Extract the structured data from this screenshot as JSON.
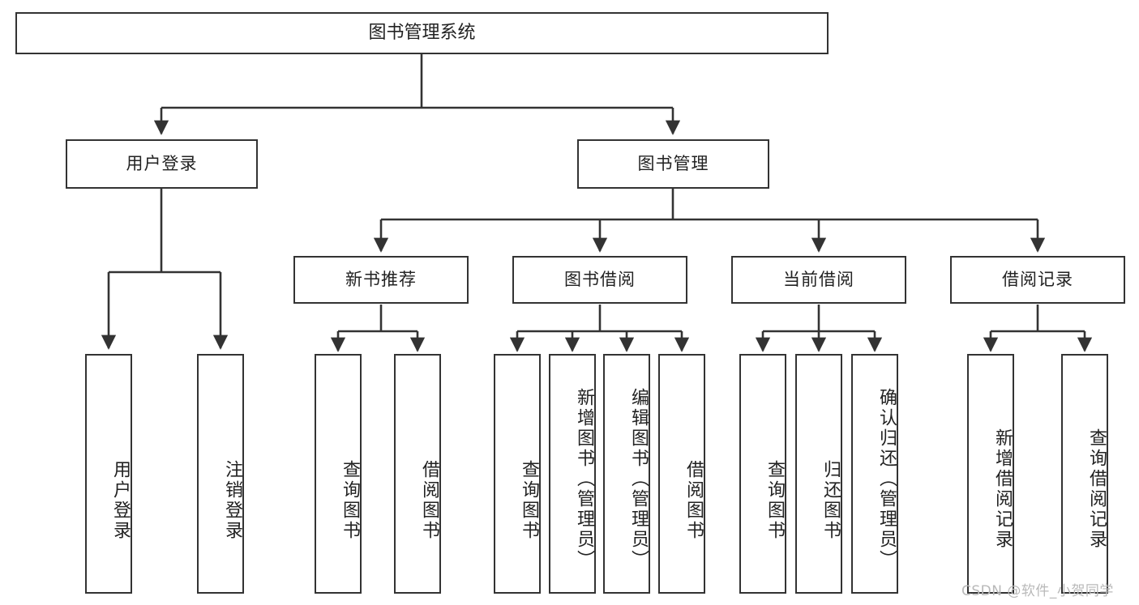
{
  "diagram": {
    "title": "图书管理系统",
    "watermark": "CSDN @软件_小贺同学",
    "stroke_color": "#333333",
    "background_color": "#ffffff",
    "text_color": "#222222",
    "root": {
      "label": "图书管理系统"
    },
    "level1": [
      {
        "label": "用户登录"
      },
      {
        "label": "图书管理"
      }
    ],
    "level2": [
      {
        "label": "新书推荐"
      },
      {
        "label": "图书借阅"
      },
      {
        "label": "当前借阅"
      },
      {
        "label": "借阅记录"
      }
    ],
    "leaves": {
      "user_login": [
        {
          "label": "用户登录"
        },
        {
          "label": "注销登录"
        }
      ],
      "new_book": [
        {
          "label": "查询图书"
        },
        {
          "label": "借阅图书"
        }
      ],
      "borrow": [
        {
          "label": "查询图书"
        },
        {
          "label": "新增图书（管理员）"
        },
        {
          "label": "编辑图书（管理员）"
        },
        {
          "label": "借阅图书"
        }
      ],
      "current": [
        {
          "label": "查询图书"
        },
        {
          "label": "归还图书"
        },
        {
          "label": "确认归还（管理员）"
        }
      ],
      "records": [
        {
          "label": "新增借阅记录"
        },
        {
          "label": "查询借阅记录"
        }
      ]
    }
  }
}
